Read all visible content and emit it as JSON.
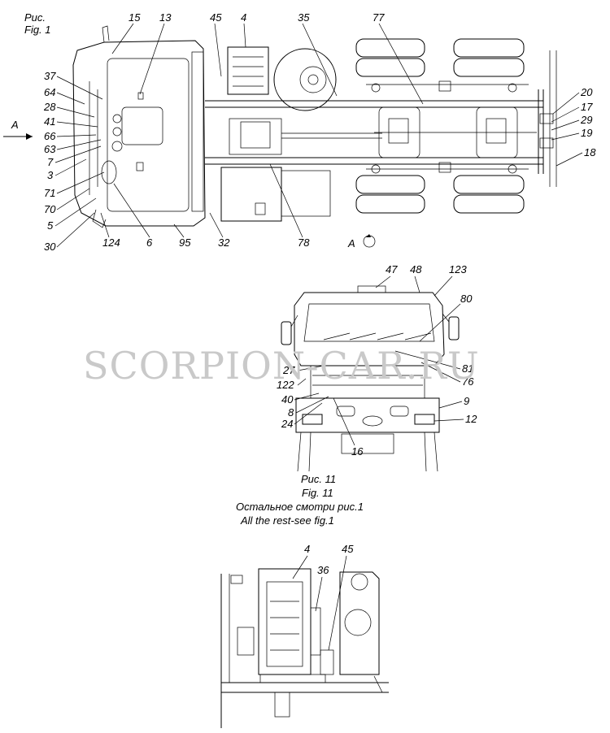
{
  "fig1_caption": {
    "ru": "Рис.",
    "en": "Fig. 1"
  },
  "fig11_caption": {
    "ru": "Рис. 11",
    "en": "Fig. 11",
    "note_ru": "Остальное смотри рис.1",
    "note_en": "All the rest-see fig.1"
  },
  "view_marker": "A",
  "view_marker_bottom": "A",
  "watermark": "SCORPION-CAR.RU",
  "top_labels": [
    "15",
    "13",
    "45",
    "4",
    "35",
    "77"
  ],
  "left_labels": [
    "37",
    "64",
    "28",
    "41",
    "66",
    "63",
    "7",
    "3",
    "71",
    "70",
    "5",
    "30"
  ],
  "bottom_labels": [
    "124",
    "6",
    "95",
    "32",
    "78"
  ],
  "right_labels": [
    "20",
    "17",
    "29",
    "19",
    "18"
  ],
  "front_labels": {
    "top": [
      "47",
      "48",
      "123"
    ],
    "right": [
      "80",
      "81",
      "76",
      "9",
      "12"
    ],
    "left": [
      "27",
      "122",
      "40",
      "8",
      "24"
    ],
    "bottom": [
      "16"
    ]
  },
  "detail_labels": [
    "4",
    "36",
    "45"
  ]
}
